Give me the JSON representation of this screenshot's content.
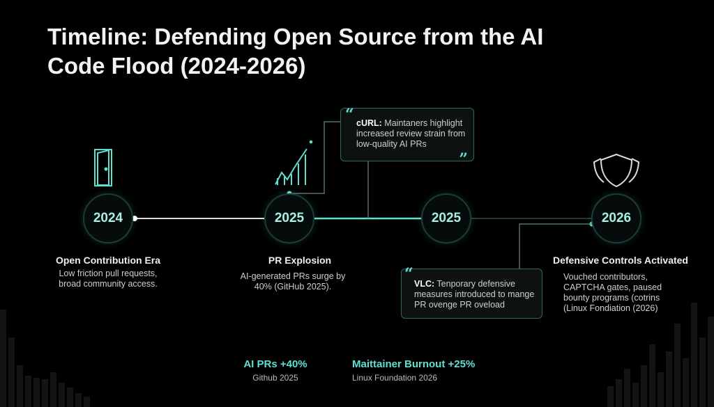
{
  "title": "Timeline: Defending Open Source from the AI Code Flood (2024-2026)",
  "nodes": [
    {
      "year": "2024",
      "icon": "door-icon",
      "heading": "Open Contribution Era",
      "description": "Low friction pull requests, broad community access."
    },
    {
      "year": "2025",
      "icon": "growth-chart-icon",
      "heading": "PR Explosion",
      "description": "AI-generated PRs surge by 40% (GitHub 2025)."
    },
    {
      "year": "2025"
    },
    {
      "year": "2026",
      "icon": "shield-icon",
      "heading": "Defensive Controls Activated",
      "description": "Vouched contributors, CAPTCHA gates, paused bounty programs (cotrins (Linux Fondiation (2026)"
    }
  ],
  "callouts": [
    {
      "source": "cURL:",
      "text": "Maintaners highlight increased review strain from low-quality AI PRs"
    },
    {
      "source": "VLC:",
      "text": "Tenporary defensive measures introduced to mange PR ovenge PR oveload"
    }
  ],
  "stats": [
    {
      "value": "AI PRs +40%",
      "source": "Github 2025"
    },
    {
      "value": "Maittainer Burnout +25%",
      "source": "Linux Foundation 2026"
    }
  ],
  "colors": {
    "accent": "#5fe0d0",
    "background": "#000000"
  }
}
